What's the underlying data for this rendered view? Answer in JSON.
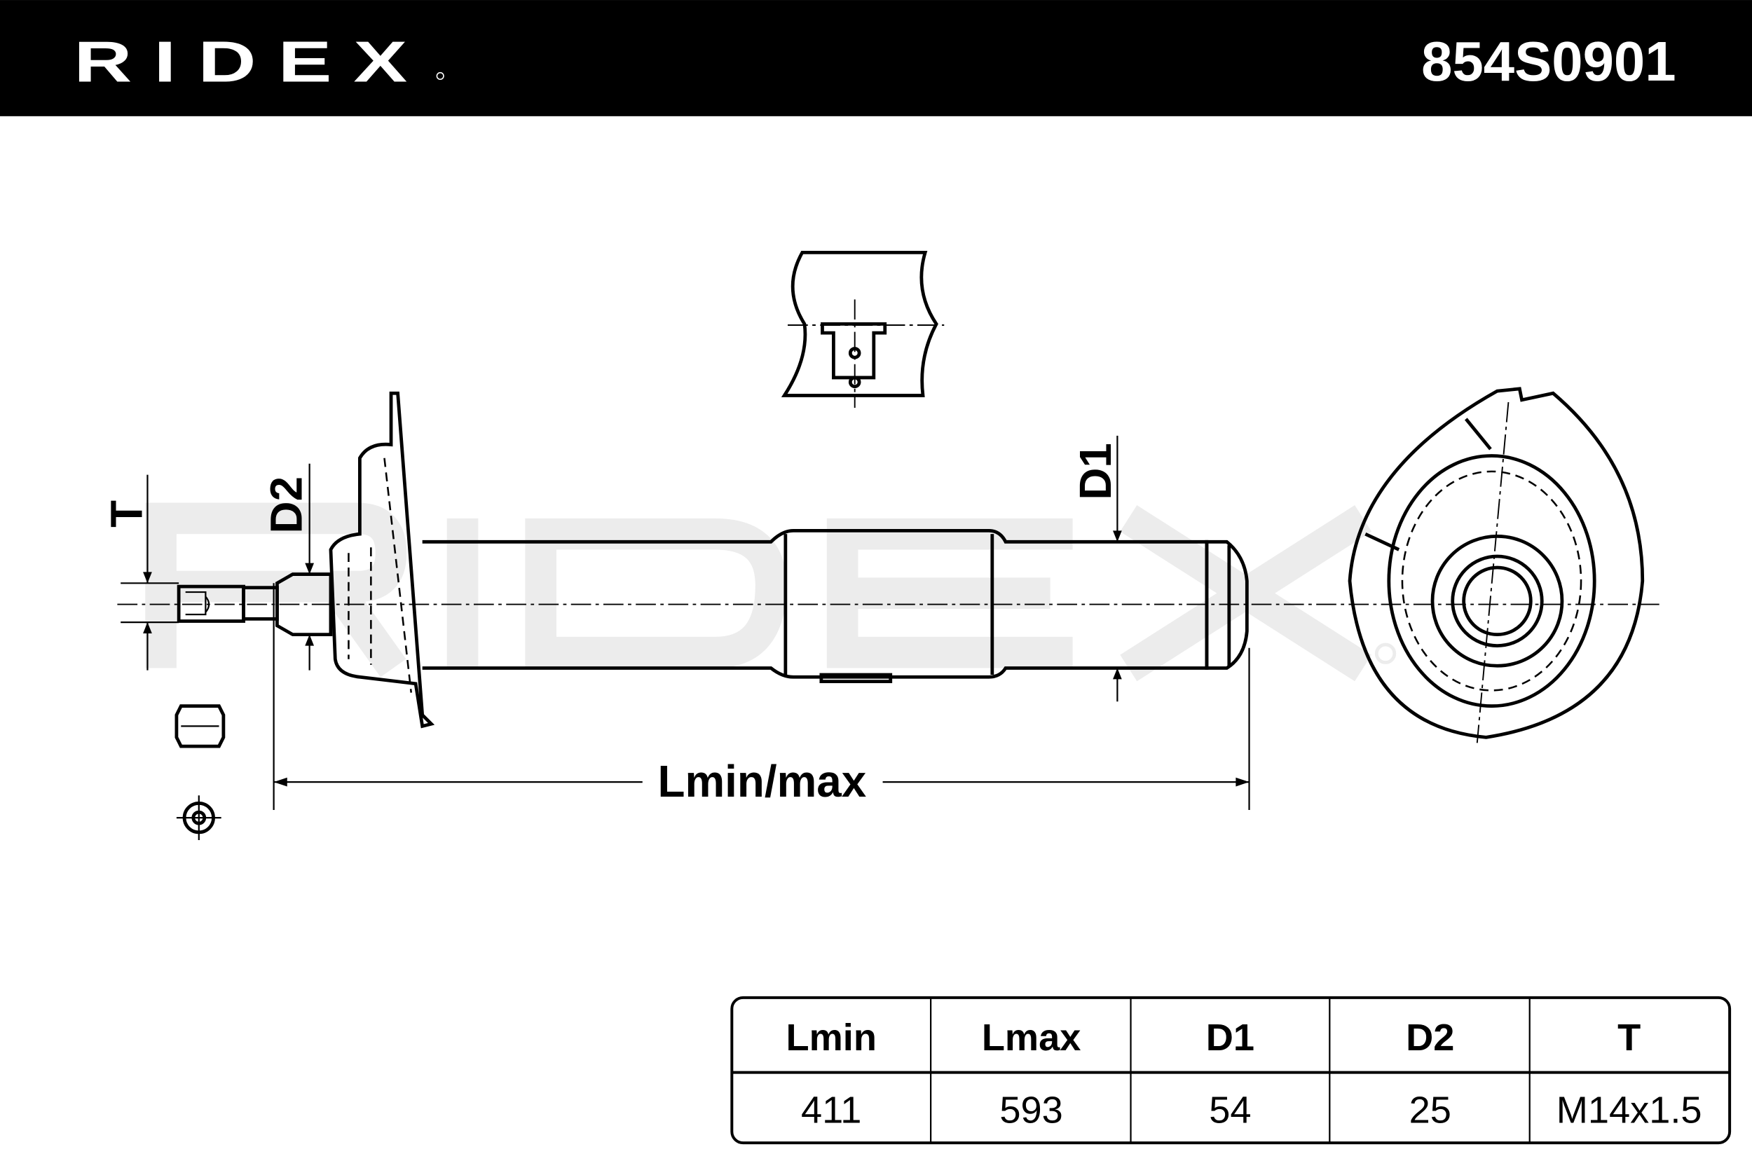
{
  "header": {
    "brand": "RIDEX",
    "part_number": "854S0901",
    "background_color": "#000000",
    "text_color": "#ffffff"
  },
  "drawing": {
    "labels": {
      "t": "T",
      "d2": "D2",
      "d1": "D1",
      "length": "Lmin/max"
    },
    "watermark": "RIDEX"
  },
  "spec_table": {
    "headers": [
      "Lmin",
      "Lmax",
      "D1",
      "D2",
      "T"
    ],
    "values": [
      "411",
      "593",
      "54",
      "25",
      "M14x1.5"
    ]
  }
}
